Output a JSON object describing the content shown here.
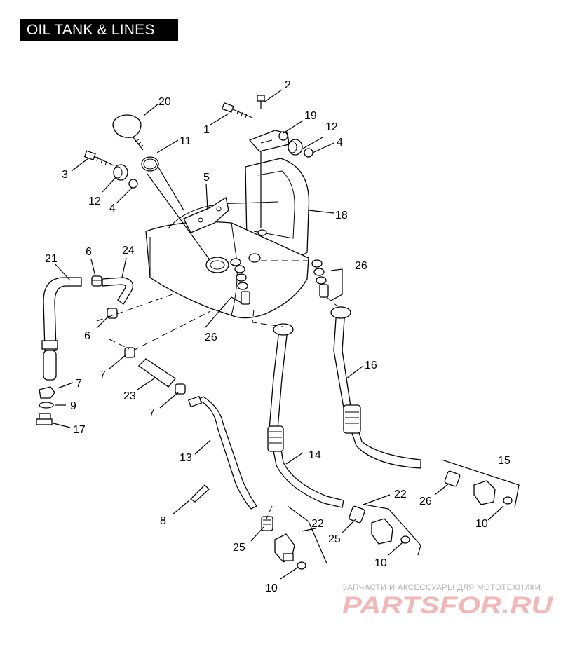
{
  "title": "OIL TANK & LINES",
  "callouts": [
    {
      "id": "c1",
      "text": "1"
    },
    {
      "id": "c2",
      "text": "2"
    },
    {
      "id": "c3",
      "text": "3"
    },
    {
      "id": "c4a",
      "text": "4"
    },
    {
      "id": "c4b",
      "text": "4"
    },
    {
      "id": "c5",
      "text": "5"
    },
    {
      "id": "c6a",
      "text": "6"
    },
    {
      "id": "c6b",
      "text": "6"
    },
    {
      "id": "c7a",
      "text": "7"
    },
    {
      "id": "c7b",
      "text": "7"
    },
    {
      "id": "c7c",
      "text": "7"
    },
    {
      "id": "c8",
      "text": "8"
    },
    {
      "id": "c9",
      "text": "9"
    },
    {
      "id": "c10a",
      "text": "10"
    },
    {
      "id": "c10b",
      "text": "10"
    },
    {
      "id": "c10c",
      "text": "10"
    },
    {
      "id": "c11",
      "text": "11"
    },
    {
      "id": "c12a",
      "text": "12"
    },
    {
      "id": "c12b",
      "text": "12"
    },
    {
      "id": "c13",
      "text": "13"
    },
    {
      "id": "c14",
      "text": "14"
    },
    {
      "id": "c15",
      "text": "15"
    },
    {
      "id": "c16",
      "text": "16"
    },
    {
      "id": "c17",
      "text": "17"
    },
    {
      "id": "c18",
      "text": "18"
    },
    {
      "id": "c19",
      "text": "19"
    },
    {
      "id": "c20",
      "text": "20"
    },
    {
      "id": "c21",
      "text": "21"
    },
    {
      "id": "c22a",
      "text": "22"
    },
    {
      "id": "c22b",
      "text": "22"
    },
    {
      "id": "c23",
      "text": "23"
    },
    {
      "id": "c24",
      "text": "24"
    },
    {
      "id": "c25a",
      "text": "25"
    },
    {
      "id": "c25b",
      "text": "25"
    },
    {
      "id": "c26a",
      "text": "26"
    },
    {
      "id": "c26b",
      "text": "26"
    },
    {
      "id": "c26c",
      "text": "26"
    }
  ],
  "watermark": {
    "subtitle": "ЗАПЧАСТИ И АКСЕССУАРЫ ДЛЯ МОТОТЕХНИКИ",
    "logo_text": "PARTSFOR.RU",
    "logo_color": "#f2b8b8"
  }
}
